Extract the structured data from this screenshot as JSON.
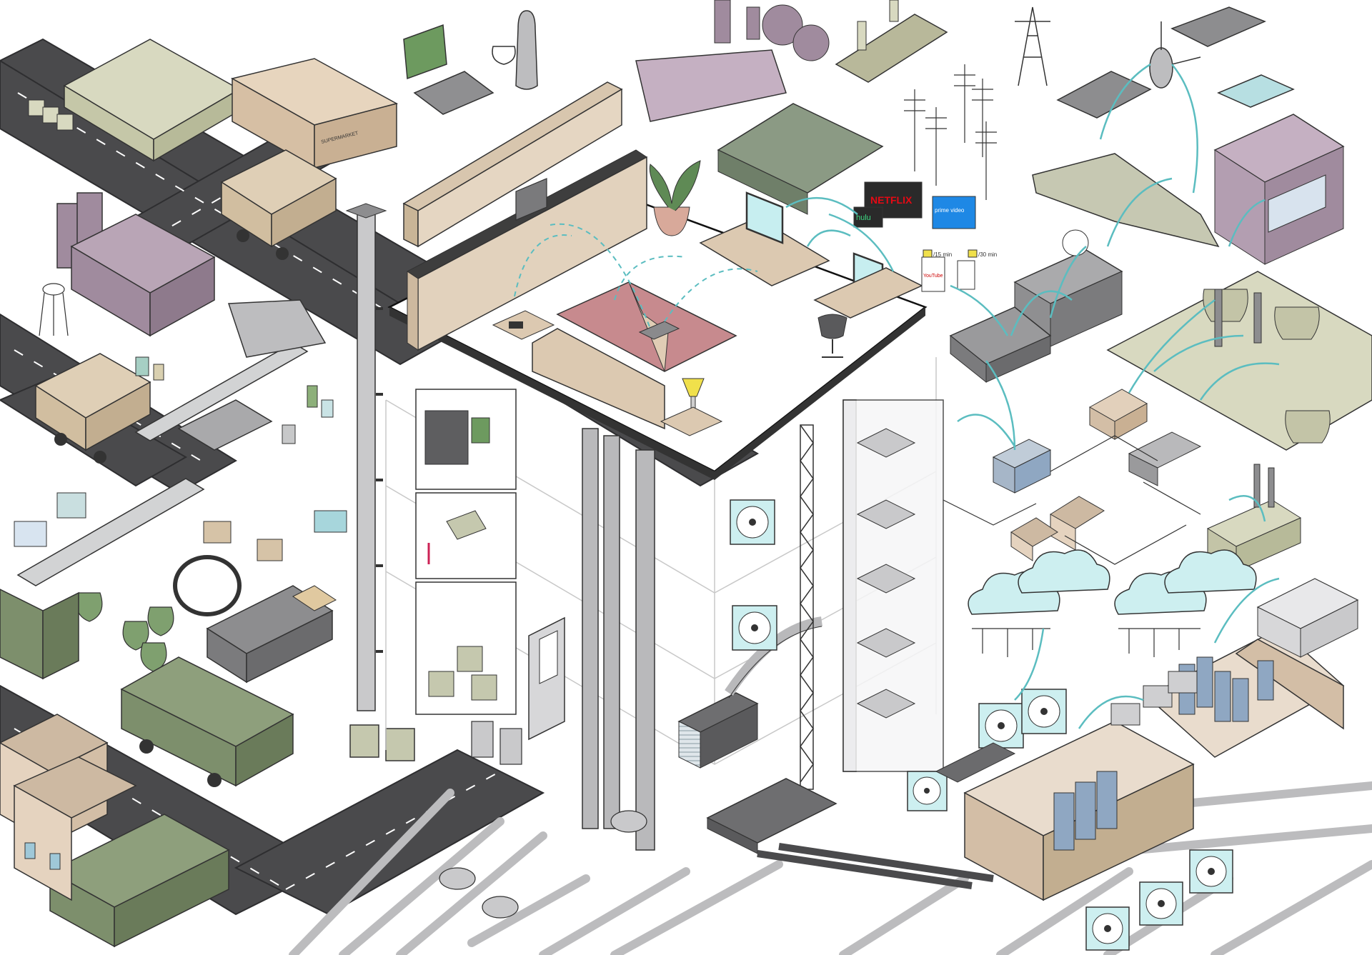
{
  "illustration": {
    "storefront_sign": "SUPERMARKET",
    "streaming": {
      "netflix": "NETFLIX",
      "hulu": "hulu",
      "prime": "prime video",
      "youtube": "YouTube"
    },
    "badges": {
      "badge_15": "/15 min",
      "badge_30": "/30 min"
    }
  },
  "colors": {
    "road": "#4a4a4c",
    "network_line": "#5bbdc0",
    "waste_green": "#7d8f6c",
    "building_tan": "#e2d0bb",
    "building_purple": "#a08b9e",
    "server_blue": "#8fa7c2",
    "cloud": "#cdeff0",
    "pipe_gray": "#b9b9bb"
  },
  "icons": [
    "isometric-city-scene",
    "fan-unit-icon",
    "cloud-server-icon",
    "waste-bag-icon",
    "transmission-tower-icon"
  ]
}
